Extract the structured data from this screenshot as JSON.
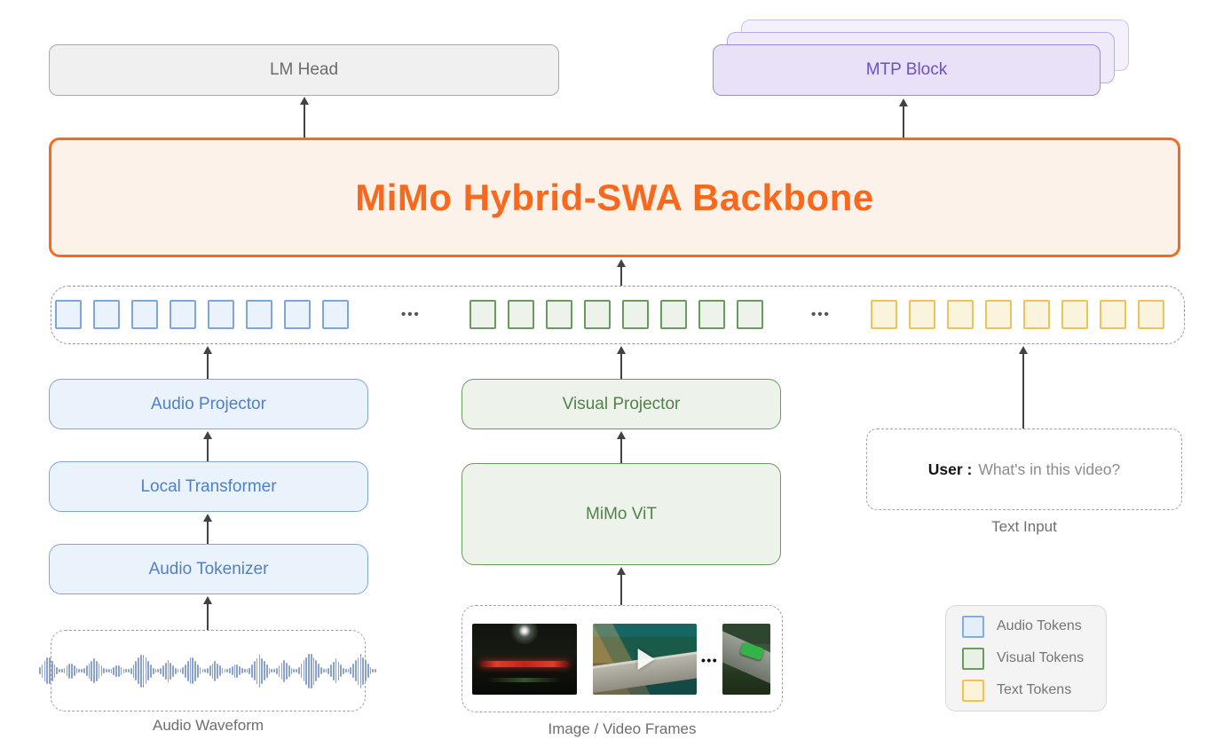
{
  "palette": {
    "backbone_accent": "#F8691D",
    "audio_accent": "#5081C6",
    "visual_accent": "#53814B",
    "text_token_accent": "#F0C25C",
    "mtp_accent": "#6F50C4"
  },
  "top": {
    "lm_head_label": "LM Head",
    "mtp_block_label": "MTP Block"
  },
  "backbone": {
    "label": "MiMo Hybrid-SWA Backbone"
  },
  "token_row": {
    "separator": "•••",
    "groups": [
      {
        "name": "audio-tokens",
        "count": 8
      },
      {
        "name": "visual-tokens",
        "count": 8
      },
      {
        "name": "text-tokens",
        "count": 8
      }
    ]
  },
  "audio_branch": {
    "projector_label": "Audio Projector",
    "local_transformer_label": "Local Transformer",
    "tokenizer_label": "Audio Tokenizer",
    "caption": "Audio Waveform"
  },
  "visual_branch": {
    "projector_label": "Visual Projector",
    "vit_label": "MiMo ViT",
    "frames_separator": "•••",
    "caption": "Image / Video Frames"
  },
  "text_branch": {
    "user_label": "User :",
    "user_message": "What's in this video?",
    "caption": "Text Input"
  },
  "legend": {
    "items": [
      {
        "label": "Audio Tokens"
      },
      {
        "label": "Visual Tokens"
      },
      {
        "label": "Text Tokens"
      }
    ]
  }
}
